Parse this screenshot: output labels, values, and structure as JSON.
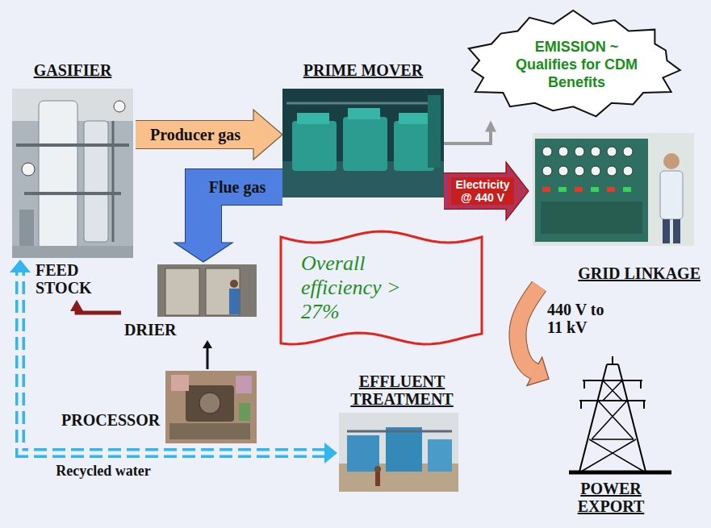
{
  "diagram": {
    "nodes": [
      {
        "text": [
          "GASIFIER"
        ]
      },
      {
        "text": [
          "PRIME MOVER"
        ]
      },
      {
        "text": [
          "EMISSION ~ Qualifies for CDM Benefits"
        ]
      },
      {
        "text": [
          "GRID LINKAGE"
        ]
      },
      {
        "text": [
          "FEED STOCK"
        ]
      },
      {
        "text": [
          "Overall efficiency > 27%"
        ]
      },
      {
        "text": [
          "DRIER"
        ]
      },
      {
        "text": [
          "PROCESSOR"
        ]
      },
      {
        "text": [
          "EFFLUENT TREATMENT"
        ]
      },
      {
        "text": [
          "POWER EXPORT"
        ]
      }
    ],
    "edges": [
      {
        "from": 0,
        "to": 1,
        "arrow": "to",
        "label": "Producer gas"
      },
      {
        "from": 1,
        "to": 6,
        "arrow": "to",
        "label": "Flue gas"
      },
      {
        "from": 1,
        "to": 3,
        "arrow": "to",
        "label": "Electricity @ 440 V"
      },
      {
        "from": 1,
        "to": 2,
        "arrow": "to"
      },
      {
        "from": 6,
        "to": 4,
        "arrow": "to"
      },
      {
        "from": 7,
        "to": 6,
        "arrow": "to"
      },
      {
        "from": 8,
        "to": 0,
        "arrow": "both",
        "label": "Recycled water"
      },
      {
        "from": 3,
        "to": 9,
        "arrow": "to",
        "label": "440 V to 11 kV"
      }
    ]
  }
}
